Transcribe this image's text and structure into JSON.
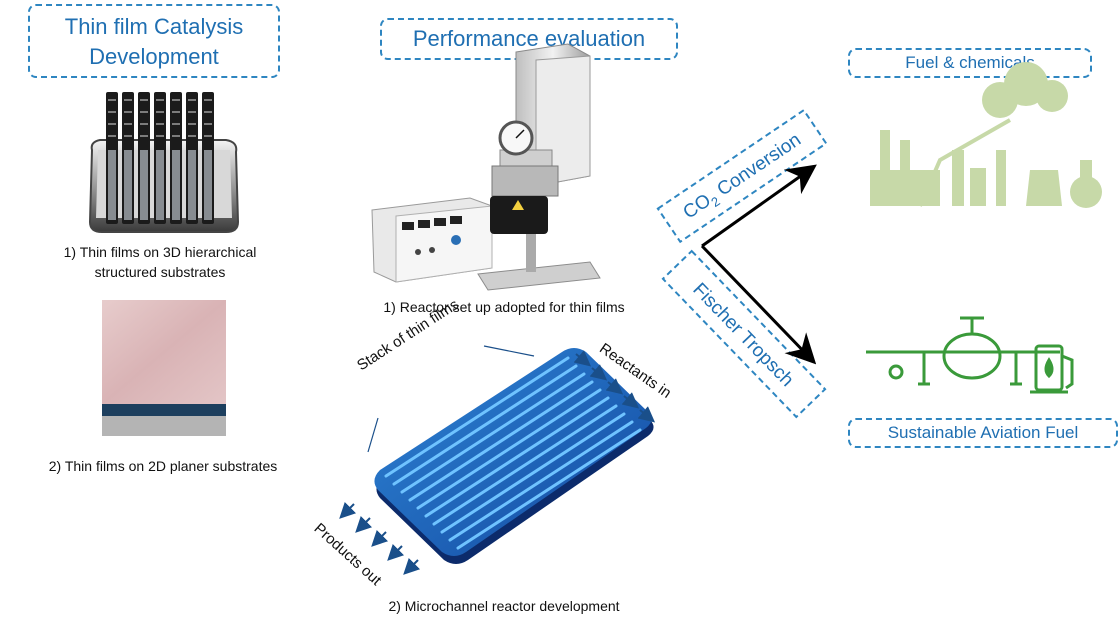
{
  "headers": {
    "development": [
      "Thin film Catalysis",
      "Development"
    ],
    "performance": "Performance evaluation",
    "fuel": "Fuel & chemicals",
    "saf": "Sustainable  Aviation Fuel"
  },
  "captions": {
    "substrate_3d": [
      "1) Thin films on 3D hierarchical",
      "structured substrates"
    ],
    "substrate_2d": "2) Thin films on 2D planer substrates",
    "reactor_setup": "1) Reactor set up adopted for thin films",
    "microchannel": "2) Microchannel reactor development"
  },
  "reactor_labels": {
    "stack": "Stack of thin films",
    "reactants": "Reactants in",
    "products": "Products out"
  },
  "routes": {
    "co2_main": "CO",
    "co2_sub": "2",
    "co2_rest": " Conversion",
    "ft": "Fischer Tropsch"
  },
  "colors": {
    "accent": "#2e86c1",
    "header_text": "#1f6fb2",
    "channel_blue": "#1a56b0",
    "fuel_green": "#c7d9a8",
    "plane_green": "#3a9a3a"
  },
  "icons": [
    "substrate-3d-icon",
    "substrate-2d-icon",
    "reactor-icon",
    "microchannel-icon",
    "factory-icon",
    "airplane-icon",
    "fuel-pump-icon"
  ]
}
